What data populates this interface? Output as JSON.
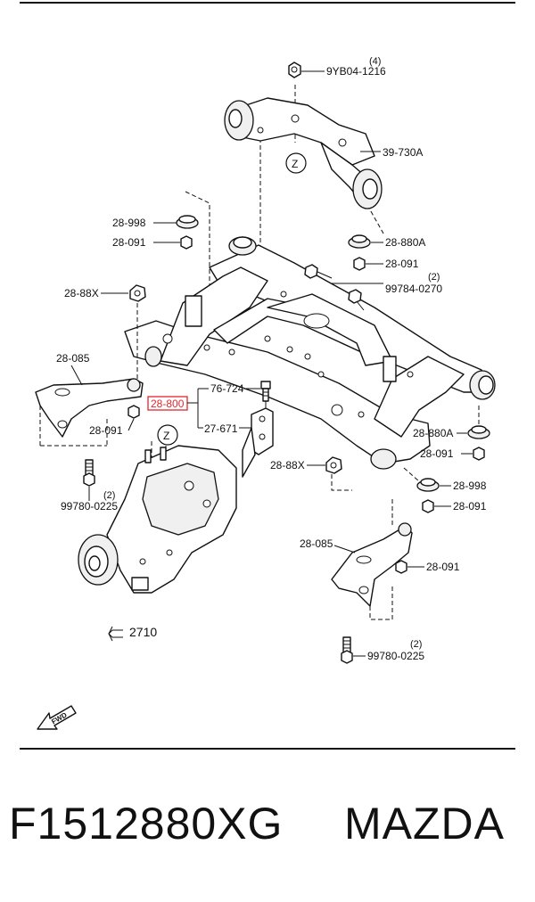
{
  "diagram": {
    "labels": {
      "l_9yb04": "9YB04-1216",
      "l_9yb04_q": "(4)",
      "l_39730a": "39-730A",
      "l_28998_a": "28-998",
      "l_28091_a": "28-091",
      "l_28880a_a": "28-880A",
      "l_28091_b": "28-091",
      "l_99784": "99784-0270",
      "l_99784_q": "(2)",
      "l_2888x_a": "28-88X",
      "l_28085_a": "28-085",
      "l_28091_c": "28-091",
      "l_28800": "28-800",
      "l_76724": "76-724",
      "l_27671": "27-671",
      "l_99780_a": "99780-0225",
      "l_99780_a_q": "(2)",
      "l_28880a_b": "28-880A",
      "l_28091_d": "28-091",
      "l_2888x_b": "28-88X",
      "l_28998_b": "28-998",
      "l_28091_e": "28-091",
      "l_28085_b": "28-085",
      "l_28091_f": "28-091",
      "l_99780_b": "99780-0225",
      "l_99780_b_q": "(2)",
      "l_2710": "2710",
      "l_z1": "Z",
      "l_z2": "Z",
      "l_fwd": "FWD"
    },
    "highlight_color": "#e0262b"
  },
  "caption": {
    "part_code": "F1512880XG",
    "brand": "MAZDA"
  }
}
